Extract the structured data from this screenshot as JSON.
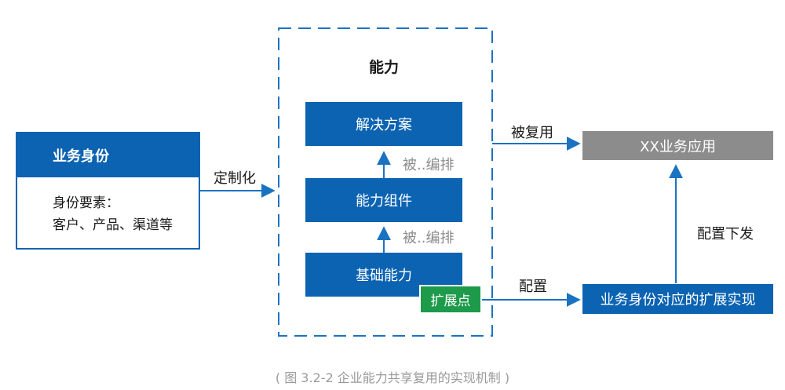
{
  "identity": {
    "header": "业务身份",
    "elements_title": "身份要素：",
    "elements_list": "客户、产品、渠道等"
  },
  "customize_label": "定制化",
  "capability": {
    "title": "能力",
    "solution": "解决方案",
    "component": "能力组件",
    "base": "基础能力",
    "orchestrated_label_1": "被..编排",
    "orchestrated_label_2": "被..编排",
    "extension_point": "扩展点"
  },
  "reused_label": "被复用",
  "config_label": "配置",
  "config_deliver_label": "配置下发",
  "app_box": "XX业务应用",
  "extension_impl_box": "业务身份对应的扩展实现",
  "caption": "( 图 3.2-2 企业能力共享复用的实现机制 )",
  "colors": {
    "primary_blue": "#0b63b2",
    "green": "#1e9a4b",
    "gray_box": "#8c8c8c",
    "arrow_blue": "#1a73c1"
  }
}
